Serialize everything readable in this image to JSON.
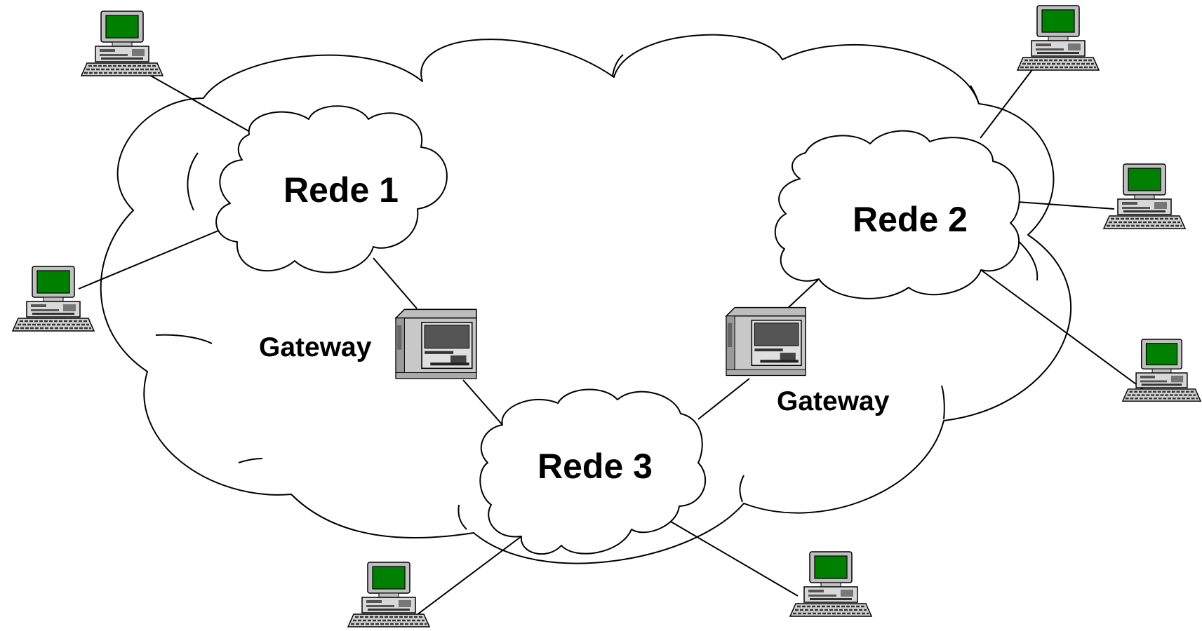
{
  "networks": [
    {
      "id": "net-1",
      "label": "Rede 1"
    },
    {
      "id": "net-2",
      "label": "Rede 2"
    },
    {
      "id": "net-3",
      "label": "Rede 3"
    }
  ],
  "gateways": [
    {
      "id": "gateway-left",
      "label": "Gateway"
    },
    {
      "id": "gateway-right",
      "label": "Gateway"
    }
  ],
  "icons": {
    "computer": "desktop-computer-icon",
    "gateway": "gateway-server-icon"
  },
  "colors": {
    "screen": "#008000",
    "monitor_case": "#c0c0c0",
    "line": "#000000",
    "background": "#ffffff"
  }
}
